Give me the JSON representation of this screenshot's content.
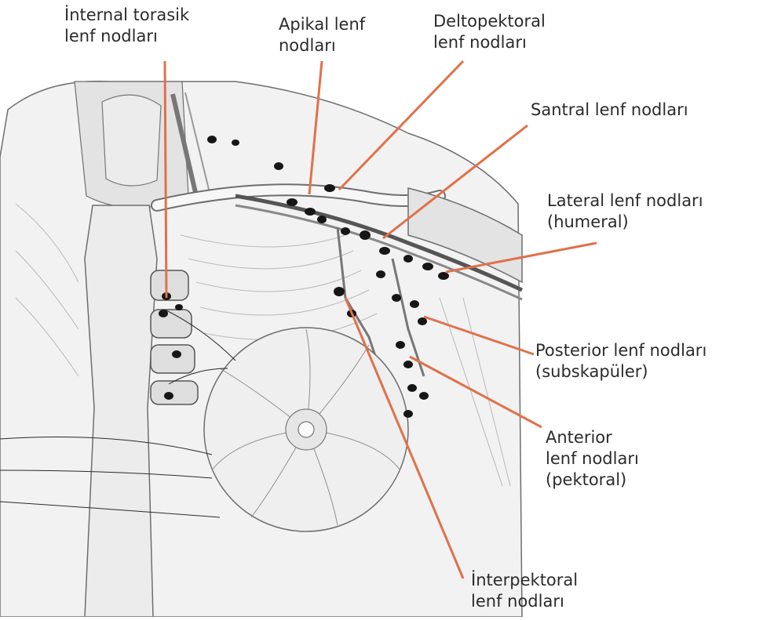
{
  "diagram": {
    "colors": {
      "leader": "#e0714a",
      "node": "#161616",
      "skin": "#f2f2f2",
      "muscle": "#e3e3e3",
      "shadow": "#bdbdbd",
      "outline": "#6e6e6e",
      "breast": "#efefef"
    },
    "labels": {
      "internal_thoracic": {
        "line1": "İnternal torasik",
        "line2": "lenf nodları"
      },
      "apical": {
        "line1": "Apikal lenf",
        "line2": "nodları"
      },
      "deltopectoral": {
        "line1": "Deltopektoral",
        "line2": "lenf nodları"
      },
      "central": {
        "line1": "Santral lenf nodları"
      },
      "lateral": {
        "line1": "Lateral lenf nodları",
        "line2": "(humeral)"
      },
      "posterior": {
        "line1": "Posterior lenf nodları",
        "line2": "(subskapüler)"
      },
      "anterior": {
        "line1": "Anterior",
        "line2": "lenf nodları",
        "line3": "(pektoral)"
      },
      "interpectoral": {
        "line1": "İnterpektoral",
        "line2": "lenf nodları"
      }
    }
  }
}
